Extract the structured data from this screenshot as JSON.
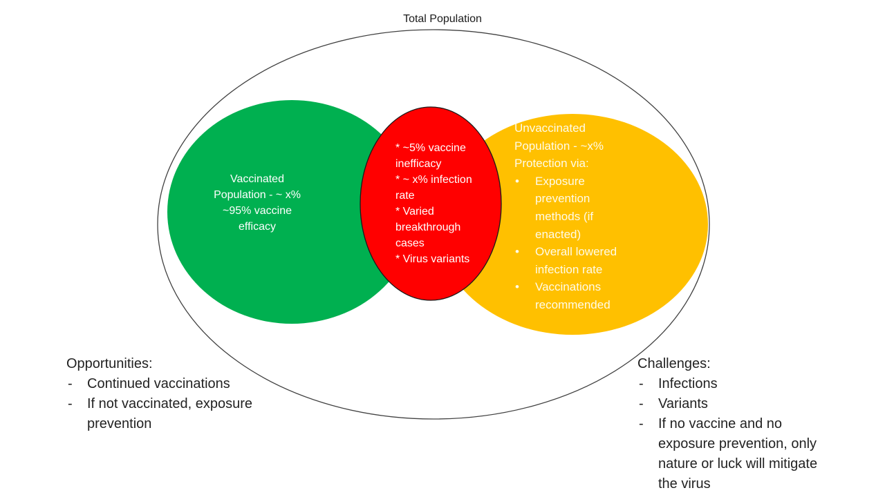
{
  "diagram": {
    "title": "Total Population",
    "colors": {
      "outer_ellipse_stroke": "#404040",
      "vaccinated": "#00B050",
      "overlap": "#FF0000",
      "unvaccinated": "#FFC000",
      "circle_text": "#FFFFFF"
    },
    "vaccinated": {
      "lines": [
        "Vaccinated",
        "Population - ~ x%",
        "~95% vaccine",
        "efficacy"
      ]
    },
    "overlap": {
      "lines": [
        "* ~5% vaccine",
        "inefficacy",
        "* ~ x% infection",
        "rate",
        "* Varied",
        "breakthrough",
        "cases",
        "* Virus variants"
      ]
    },
    "unvaccinated": {
      "heading_lines": [
        "Unvaccinated",
        "Population -  ~x%",
        "Protection via:"
      ],
      "bullets": [
        {
          "lines": [
            "Exposure",
            "prevention",
            "methods (if",
            "enacted)"
          ]
        },
        {
          "lines": [
            "Overall lowered",
            "infection rate"
          ]
        },
        {
          "lines": [
            "Vaccinations",
            "recommended"
          ]
        }
      ]
    }
  },
  "opportunities": {
    "heading": "Opportunities:",
    "items": [
      {
        "lines": [
          "Continued vaccinations"
        ]
      },
      {
        "lines": [
          "If not vaccinated, exposure",
          "prevention"
        ]
      }
    ]
  },
  "challenges": {
    "heading": "Challenges:",
    "items": [
      {
        "lines": [
          "Infections"
        ]
      },
      {
        "lines": [
          "Variants"
        ]
      },
      {
        "lines": [
          "If no vaccine and no",
          "exposure prevention, only",
          "nature or luck will mitigate",
          "the virus"
        ]
      }
    ]
  }
}
